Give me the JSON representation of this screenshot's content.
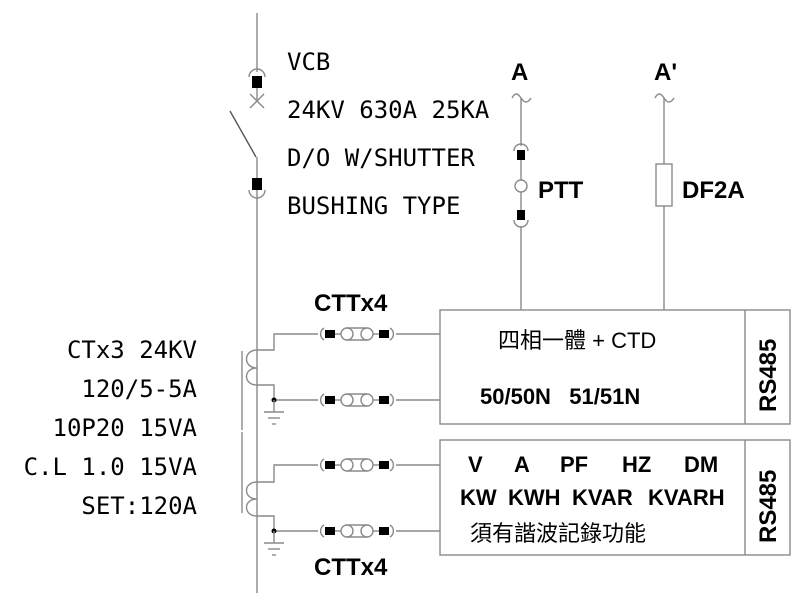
{
  "vcb": {
    "label": "VCB",
    "rating": "24KV 630A 25KA",
    "type": "D/O W/SHUTTER",
    "bushing": "BUSHING TYPE"
  },
  "bus_a": {
    "label": "A"
  },
  "bus_a_prime": {
    "label": "A'"
  },
  "ptt": {
    "label": "PTT"
  },
  "fuse": {
    "label": "DF2A"
  },
  "ctt_top": {
    "label": "CTTx4"
  },
  "ctt_bottom": {
    "label": "CTTx4"
  },
  "ct": {
    "lines": [
      "CTx3 24KV",
      "120/5-5A",
      "10P20 15VA",
      "C.L 1.0 15VA",
      "SET:120A"
    ]
  },
  "relay": {
    "title": "四相一體 + CTD",
    "functions": "50/50N   51/51N",
    "comm": "RS485"
  },
  "meter": {
    "row1": [
      "V",
      "A",
      "PF",
      "HZ",
      "DM"
    ],
    "row2": [
      "KW",
      "KWH",
      "KVAR",
      "KVARH"
    ],
    "note": "須有諧波記錄功能",
    "comm": "RS485"
  }
}
